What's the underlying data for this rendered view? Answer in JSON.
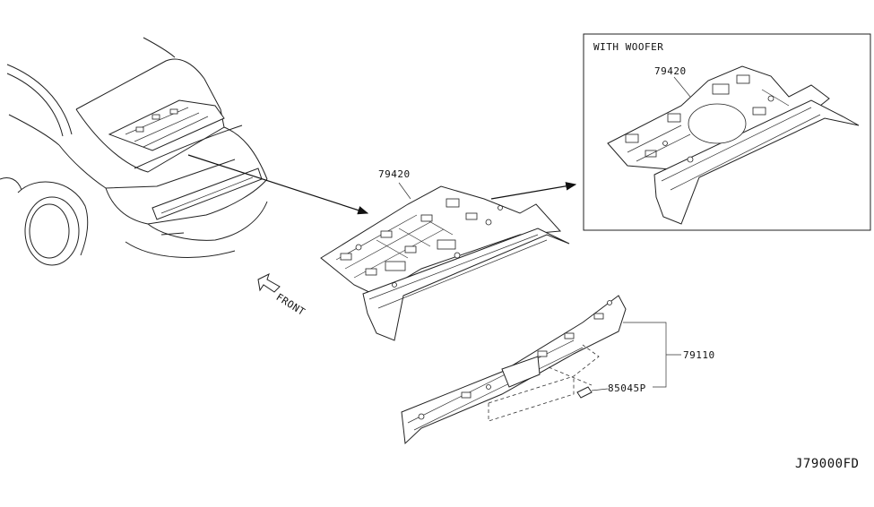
{
  "inset": {
    "title": "WITH WOOFER",
    "part_number": "79420"
  },
  "callouts": {
    "rear_parcel_shelf": "79420",
    "rear_panel": "79110",
    "clip": "85045P"
  },
  "direction_label": "FRONT",
  "diagram_code": "J79000FD",
  "icons": [
    "front-direction-arrow-icon",
    "pointer-arrow-icon"
  ],
  "line_color": "#222222",
  "background_color": "#ffffff"
}
